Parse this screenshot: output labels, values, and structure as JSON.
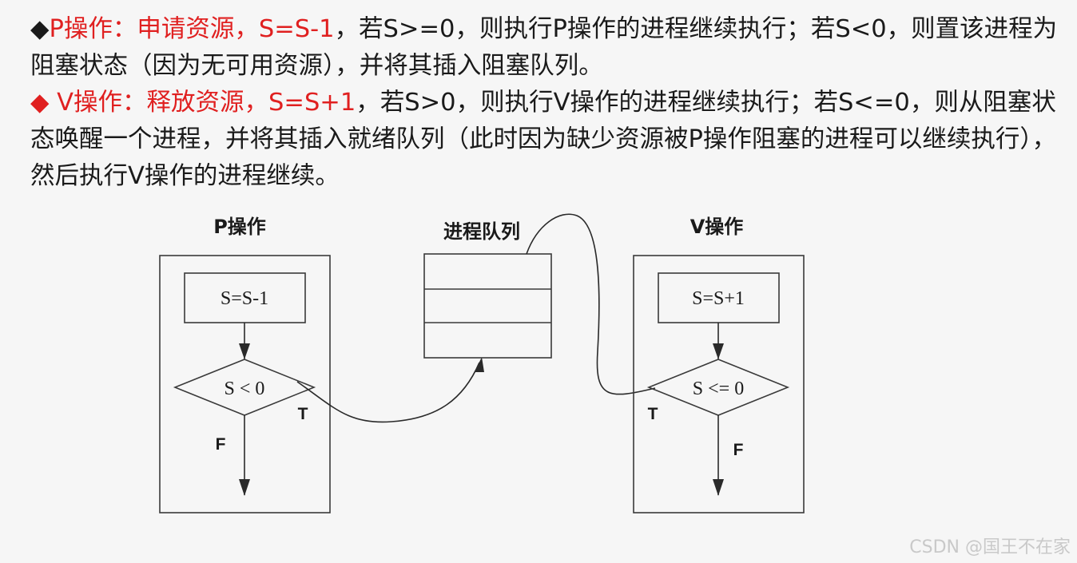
{
  "text": {
    "p_bullet": "◆",
    "p_red": "P操作：申请资源，S=S-1",
    "p_rest": "，若S>=0，则执行P操作的进程继续执行；若S<0，则置该进程为阻塞状态（因为无可用资源），并将其插入阻塞队列。",
    "v_bullet": "◆",
    "v_red": " V操作：释放资源，S=S+1",
    "v_rest": "，若S>0，则执行V操作的进程继续执行；若S<=0，则从阻塞状态唤醒一个进程，并将其插入就绪队列（此时因为缺少资源被P操作阻塞的进程可以继续执行），然后执行V操作的进程继续。"
  },
  "diagram": {
    "p_title": "P操作",
    "p_step": "S=S-1",
    "p_condition": "S < 0",
    "p_true_label": "T",
    "p_false_label": "F",
    "queue_title": "进程队列",
    "v_title": "V操作",
    "v_step": "S=S+1",
    "v_condition": "S <= 0",
    "v_true_label": "T",
    "v_false_label": "F"
  },
  "watermark": "CSDN @国王不在家",
  "colors": {
    "red": "#e02020",
    "text": "#1a1a1a",
    "line": "#2a2a2a",
    "background": "#f6f6f6"
  }
}
